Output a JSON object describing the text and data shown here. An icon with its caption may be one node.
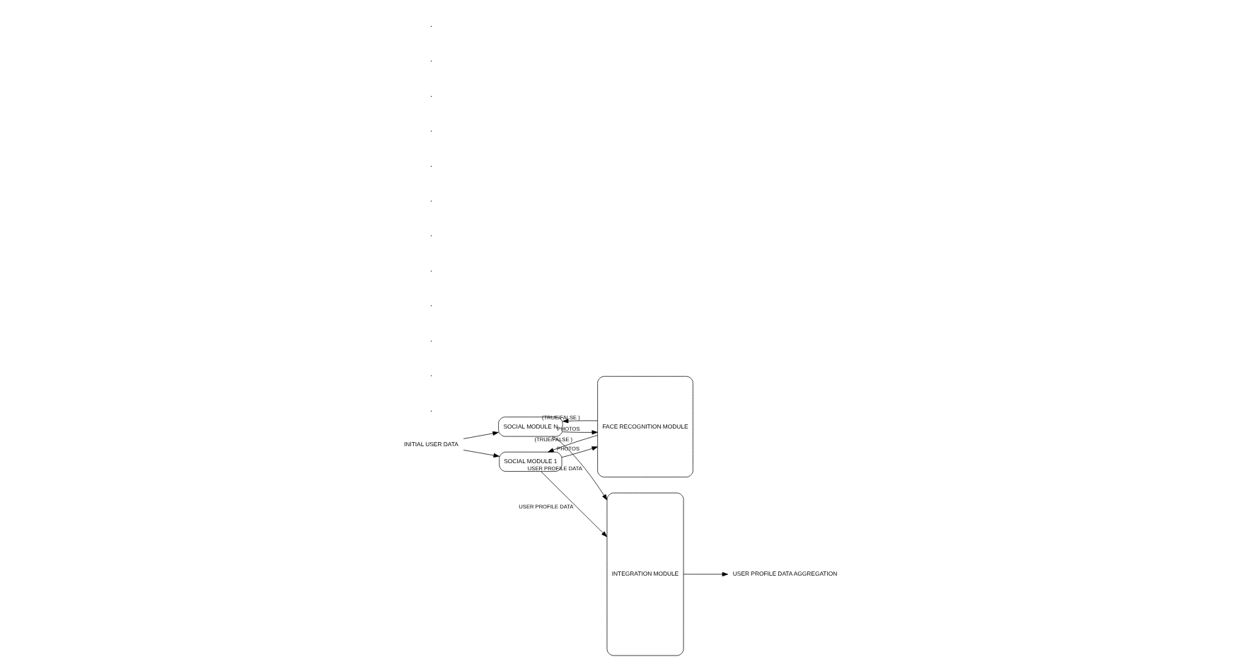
{
  "diagram": {
    "nodes": [
      {
        "text": [
          "INITIAL USER DATA"
        ]
      },
      {
        "text": [
          "SOCIAL MODULE 1"
        ]
      },
      {
        "text": [
          "FACE RECOGNITION MODULE"
        ]
      },
      {
        "text": [
          "INTEGRATION MODULE"
        ]
      },
      {
        "text": [
          "USER PROFILE DATA AGGREGATION"
        ]
      },
      {
        "text": [
          "SOCIAL MODULE N"
        ]
      }
    ],
    "edges": [
      {
        "from": 0,
        "to": 1,
        "arrow": "to"
      },
      {
        "from": 0,
        "to": 5,
        "arrow": "to"
      },
      {
        "from": 1,
        "to": 3,
        "arrow": "to",
        "label": "USER PROFILE DATA"
      },
      {
        "from": 1,
        "to": 2,
        "arrow": "to",
        "label": "PHOTOS"
      },
      {
        "from": 2,
        "to": 1,
        "arrow": "to",
        "label": "(TRUE/FALSE )"
      },
      {
        "from": 2,
        "to": 5,
        "arrow": "to",
        "label": "(TRUE/FALSE )"
      },
      {
        "from": 5,
        "to": 2,
        "arrow": "to",
        "label": "PHOTOS"
      },
      {
        "from": 5,
        "to": 3,
        "arrow": "to",
        "label": "USER PROFILE DATA"
      },
      {
        "from": 3,
        "to": 4,
        "arrow": "to"
      }
    ],
    "labels": [
      ".",
      ".",
      ".",
      ".",
      ".",
      ".",
      ".",
      ".",
      ".",
      ".",
      ".",
      "."
    ]
  }
}
